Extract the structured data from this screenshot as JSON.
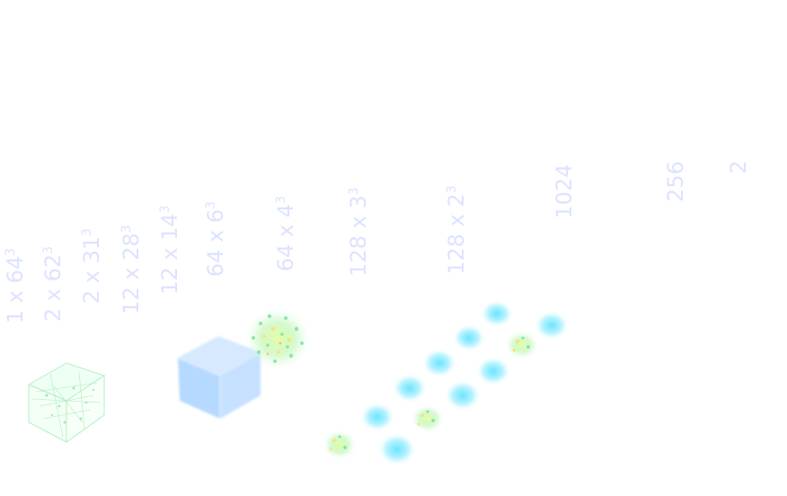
{
  "layers": [
    {
      "base": "1 x 64",
      "exp": "3"
    },
    {
      "base": "2 x 62",
      "exp": "3"
    },
    {
      "base": "2 x 31",
      "exp": "3"
    },
    {
      "base": "12 x 28",
      "exp": "3"
    },
    {
      "base": "12 x 14",
      "exp": "3"
    },
    {
      "base": "64 x 6",
      "exp": "3"
    },
    {
      "base": "64 x 4",
      "exp": "3"
    },
    {
      "base": "128 x 3",
      "exp": "3"
    },
    {
      "base": "128 x 2",
      "exp": "3"
    },
    {
      "base": "1024",
      "exp": ""
    },
    {
      "base": "256",
      "exp": ""
    },
    {
      "base": "2",
      "exp": ""
    }
  ],
  "colors": {
    "label": "#dde3ff",
    "cloud_green": "#7fe39a",
    "cloud_yellow": "#ffe066",
    "cloud_cyan": "#66e0ff",
    "cube_blue": "#a9d4ff"
  }
}
